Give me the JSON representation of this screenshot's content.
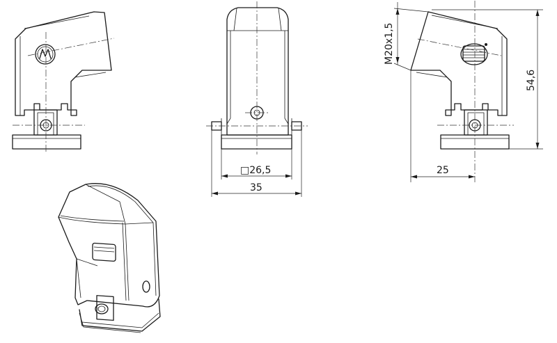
{
  "dimensions": {
    "square_width": "□26,5",
    "overall_width": "35",
    "thread": "M20x1,5",
    "height": "54,6",
    "depth": "25"
  }
}
